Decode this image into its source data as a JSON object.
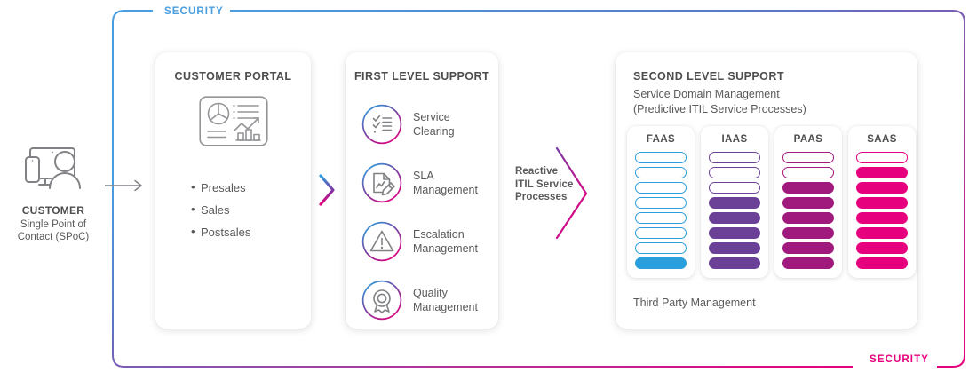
{
  "security_frame": {
    "label_top": "SECURITY",
    "label_bottom": "SECURITY",
    "color_start": "#4a9ee0",
    "color_end": "#e6007e"
  },
  "customer": {
    "icon": "customer-desktop-person-icon",
    "title": "CUSTOMER",
    "subtitle_line1": "Single Point of",
    "subtitle_line2": "Contact (SPoC)",
    "arrow": "arrow-right-icon"
  },
  "customer_portal": {
    "title": "CUSTOMER PORTAL",
    "icon": "dashboard-analytics-icon",
    "items": [
      {
        "label": "Presales"
      },
      {
        "label": "Sales"
      },
      {
        "label": "Postsales"
      }
    ]
  },
  "chevron_1": "chevron-right-icon",
  "first_level_support": {
    "title": "FIRST LEVEL SUPPORT",
    "items": [
      {
        "icon": "checklist-icon",
        "line1": "Service",
        "line2": "Clearing"
      },
      {
        "icon": "document-pencil-icon",
        "line1": "SLA",
        "line2": "Management"
      },
      {
        "icon": "warning-triangle-icon",
        "line1": "Escalation",
        "line2": "Management"
      },
      {
        "icon": "award-badge-icon",
        "line1": "Quality",
        "line2": "Management"
      }
    ]
  },
  "reactive_arrow": {
    "icon": "chevron-arrow-outline-icon",
    "line1": "Reactive",
    "line2": "ITIL Service",
    "line3": "Processes"
  },
  "second_level_support": {
    "title": "SECOND LEVEL SUPPORT",
    "subtitle_line1": "Service Domain Management",
    "subtitle_line2": "(Predictive ITIL Service Processes)",
    "footer": "Third Party Management",
    "columns": [
      {
        "title": "FAAS",
        "color": "#2b9fdc",
        "pill_count": 8,
        "filled_count": 1,
        "pills": [
          "outline",
          "outline",
          "outline",
          "outline",
          "outline",
          "outline",
          "outline",
          "filled"
        ]
      },
      {
        "title": "IAAS",
        "color": "#6a4196",
        "pill_count": 8,
        "filled_count": 5,
        "pills": [
          "outline",
          "outline",
          "outline",
          "filled",
          "filled",
          "filled",
          "filled",
          "filled"
        ]
      },
      {
        "title": "PAAS",
        "color": "#a01a7d",
        "pill_count": 8,
        "filled_count": 6,
        "pills": [
          "outline",
          "outline",
          "filled",
          "filled",
          "filled",
          "filled",
          "filled",
          "filled"
        ]
      },
      {
        "title": "SAAS",
        "color": "#e6007e",
        "pill_count": 8,
        "filled_count": 7,
        "pills": [
          "outline",
          "filled",
          "filled",
          "filled",
          "filled",
          "filled",
          "filled",
          "filled"
        ]
      }
    ]
  }
}
